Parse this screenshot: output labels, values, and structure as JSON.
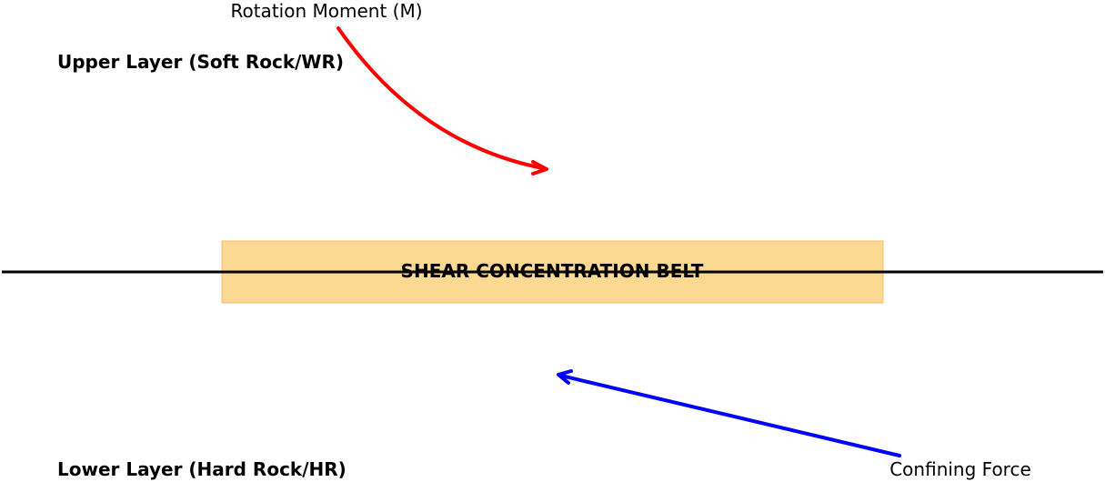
{
  "diagram": {
    "upper_layer_label": "Upper Layer (Soft Rock/WR)",
    "lower_layer_label": "Lower Layer (Hard Rock/HR)",
    "belt_label": "SHEAR CONCENTRATION BELT",
    "moment_label": "Rotation Moment (M)",
    "confining_label": "Confining Force"
  },
  "colors": {
    "belt_fill": "#fcd993",
    "belt_stroke": "#f5c060",
    "interface_line": "#000000",
    "moment_arrow": "#ff0000",
    "confining_arrow": "#0000ff"
  }
}
